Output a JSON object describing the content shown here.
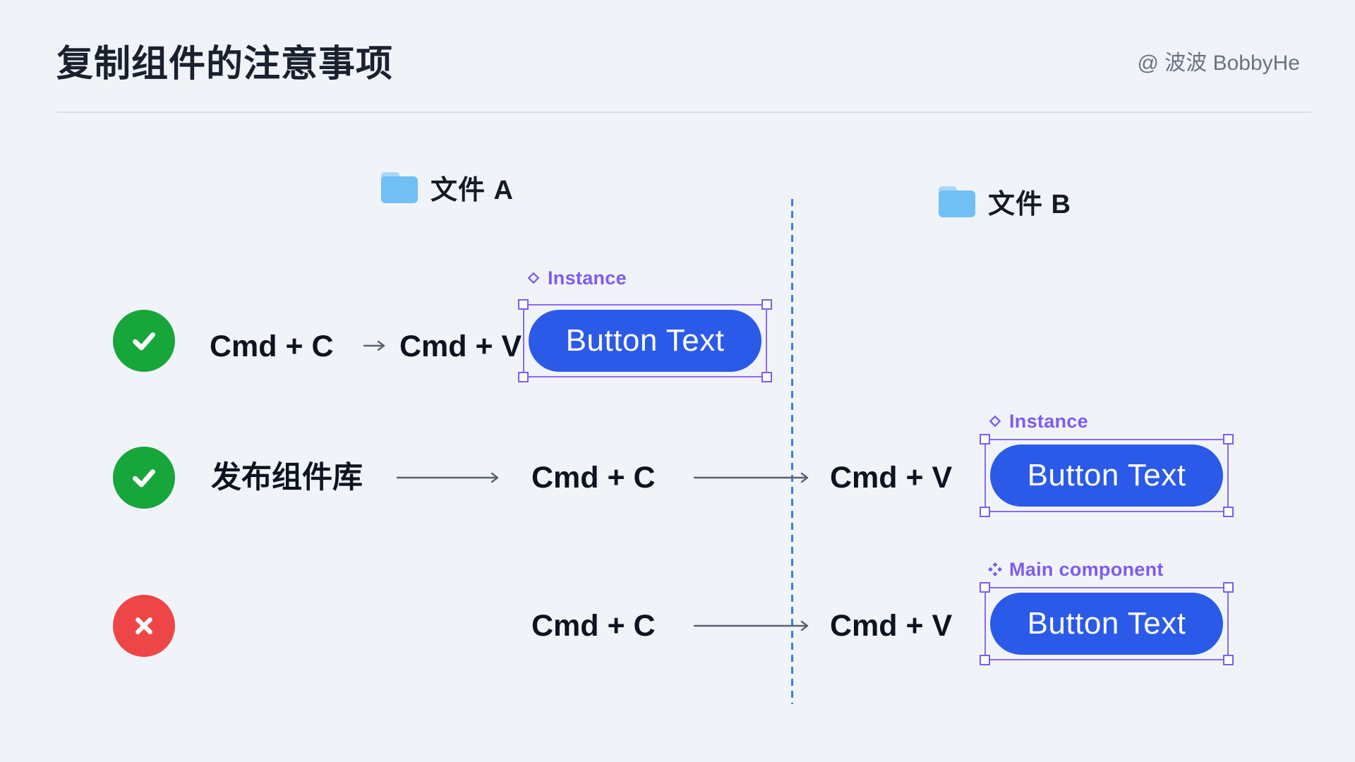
{
  "header": {
    "title": "复制组件的注意事项",
    "attribution": "@ 波波 BobbyHe"
  },
  "files": {
    "file_a_label": "文件 A",
    "file_b_label": "文件 B"
  },
  "component_labels": {
    "instance": "Instance",
    "main_component": "Main component"
  },
  "button_label": "Button Text",
  "rows": {
    "r1": {
      "result": "allowed",
      "copy": "Cmd + C",
      "paste": "Cmd + V"
    },
    "r2": {
      "result": "allowed",
      "publish": "发布组件库",
      "copy": "Cmd + C",
      "paste": "Cmd + V"
    },
    "r3": {
      "result": "not_allowed",
      "copy": "Cmd + C",
      "paste": "Cmd + V"
    }
  },
  "colors": {
    "background": "#F0F4F9",
    "button_blue": "#2B5AE8",
    "component_purple": "#7D5BF2",
    "frame_purple": "#8A6AF2",
    "success_green": "#16A63A",
    "error_red": "#EE4646",
    "divider_dash_blue": "#3D7BEA",
    "folder_blue": "#70BFF5",
    "folder_tab_blue": "#A9D6FA",
    "arrow_gray": "#59616E"
  }
}
